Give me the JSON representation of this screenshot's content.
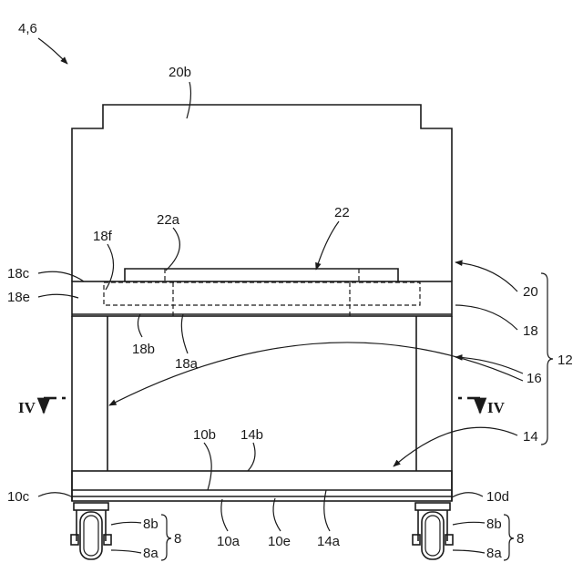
{
  "figure": {
    "ref": "4,6",
    "section_mark": "IV",
    "labels": {
      "20b": "20b",
      "22": "22",
      "22a": "22a",
      "18f": "18f",
      "18c": "18c",
      "18e": "18e",
      "18b": "18b",
      "18a": "18a",
      "20": "20",
      "18": "18",
      "12": "12",
      "16": "16",
      "14": "14",
      "10b": "10b",
      "14b": "14b",
      "10c": "10c",
      "10d": "10d",
      "10a": "10a",
      "10e": "10e",
      "14a": "14a",
      "8b_left": "8b",
      "8a_left": "8a",
      "8_left": "8",
      "8b_right": "8b",
      "8a_right": "8a",
      "8_right": "8"
    }
  }
}
